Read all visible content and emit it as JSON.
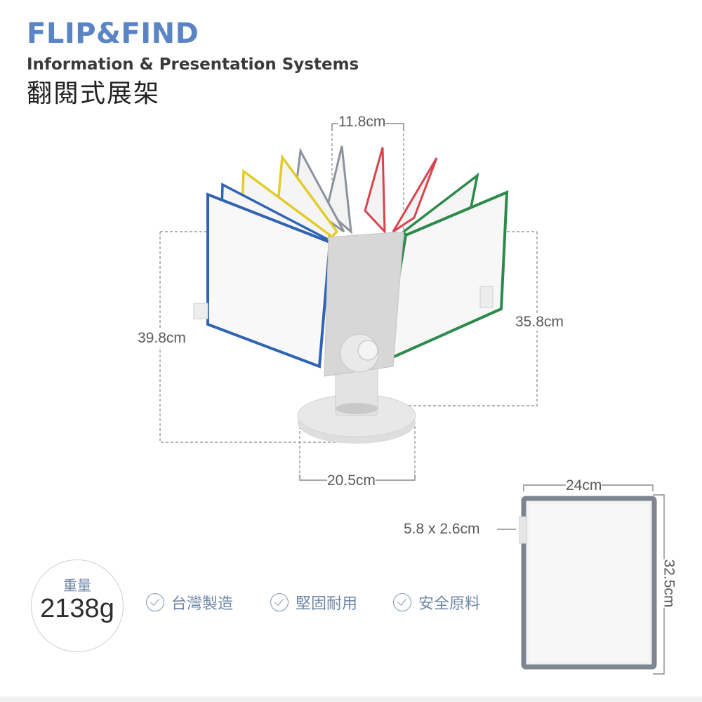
{
  "header": {
    "brand": "FLIP&FIND",
    "tagline": "Information & Presentation Systems",
    "title_zh": "翻閱式展架"
  },
  "dimensions": {
    "top_width": "11.8cm",
    "left_height": "39.8cm",
    "right_height": "35.8cm",
    "base_width": "20.5cm",
    "panel_width": "24cm",
    "tab_size": "5.8 x 2.6cm",
    "panel_height": "32.5cm"
  },
  "weight": {
    "label": "重量",
    "value": "2138g"
  },
  "features": [
    {
      "label": "台灣製造",
      "icon": "check-circle-icon"
    },
    {
      "label": "堅固耐用",
      "icon": "check-circle-icon"
    },
    {
      "label": "安全原料",
      "icon": "check-circle-icon"
    }
  ],
  "colors": {
    "brand": "#5a84c4",
    "accent_text": "#6f87a8",
    "panel_blue": "#2f63b3",
    "panel_yellow": "#e2cc2a",
    "panel_gray": "#8b929c",
    "panel_red": "#d9434c",
    "panel_green": "#2c8a4a"
  }
}
